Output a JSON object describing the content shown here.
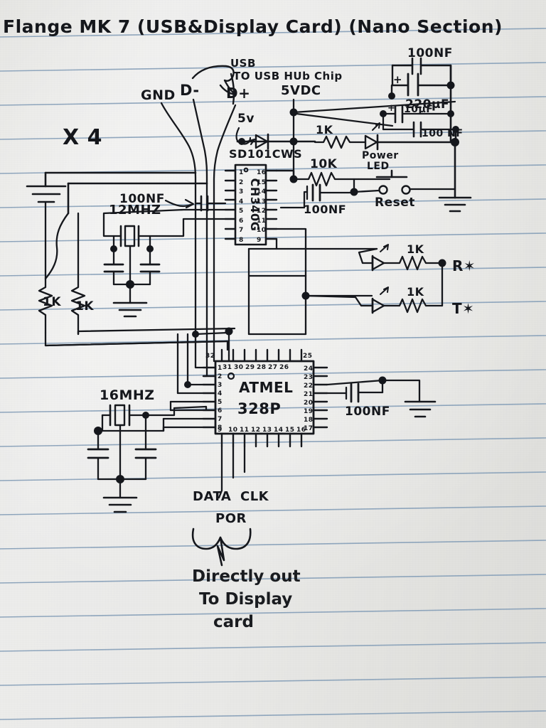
{
  "document": {
    "medium": "hand-drawn pencil/pen schematic on blue-ruled notebook paper",
    "title": "Flange MK 7 (USB&Display Card) (Nano Section)",
    "paper_color": "#e9e8e5",
    "rule_color": "#8fa6bd",
    "ink_color": "#15171c"
  },
  "labels": {
    "title": "Flange MK 7 (USB&Display Card) (Nano Section)",
    "usb_callout_line1": "USB",
    "usb_callout_line2": "TO USB HUb Chip",
    "gnd": "GND",
    "d_minus": "D-",
    "d_plus": "D+",
    "vdc_5": "5VDC",
    "v_5": "5v",
    "multiplier": "X 4",
    "diode_schottky": "SD101CWS",
    "res_1k_top": "1K",
    "res_10k": "10K",
    "power_led_l1": "Power",
    "power_led_l2": "LED",
    "cap_100nf_top": "100NF",
    "cap_220uf": "220µF",
    "cap_10uf": "10µF",
    "cap_100nf_bulk": "100 NF",
    "cap_100nf_xtal": "100NF",
    "xtal_12mhz": "12MHZ",
    "res_1k_a": "1K",
    "res_1k_b": "1K",
    "cap_100nf_ch340": "100NF",
    "reset": "Reset",
    "rx": "R✶",
    "tx": "T✶",
    "res_1k_rx": "1K",
    "res_1k_tx": "1K",
    "xtal_16mhz": "16MHZ",
    "cap_100nf_atmel": "100NF",
    "data": "DATA",
    "clk": "CLK",
    "por": "POR",
    "out_l1": "Directly out",
    "out_l2": "To Display",
    "out_l3": "card"
  },
  "components": {
    "ch340g": {
      "name": "CH340G",
      "body_text": "CH340G",
      "pins_left": [
        "1",
        "2",
        "3",
        "4",
        "5",
        "6",
        "7",
        "8"
      ],
      "pins_right": [
        "16",
        "15",
        "14",
        "13",
        "12",
        "11",
        "10",
        "9"
      ]
    },
    "atmel": {
      "name": "ATMEL 328P",
      "body_line1": "ATMEL",
      "body_line2": "328P",
      "pins_top": [
        "32",
        "31",
        "30",
        "29",
        "28",
        "27",
        "26",
        "25"
      ],
      "pins_right": [
        "24",
        "23",
        "22",
        "21",
        "20",
        "19",
        "18",
        "17"
      ],
      "pins_bottom": [
        "9",
        "10",
        "11",
        "12",
        "13",
        "14",
        "15",
        "16"
      ],
      "pins_left": [
        "1",
        "2",
        "3",
        "4",
        "5",
        "6",
        "7",
        "8"
      ],
      "corner_marker": "pin-1-dot"
    }
  },
  "netlist_notes": {
    "usb_signals": [
      "GND",
      "D-",
      "D+",
      "5VDC"
    ],
    "serial_indicators": [
      "RX",
      "TX"
    ],
    "display_bus": [
      "DATA",
      "CLK",
      "POR"
    ],
    "crystals": [
      "12MHZ",
      "16MHZ"
    ],
    "resistor_values": [
      "1K",
      "1K",
      "1K",
      "1K",
      "1K",
      "10K"
    ],
    "capacitor_values": [
      "100NF",
      "220µF",
      "10µF",
      "100 NF",
      "100NF",
      "100NF"
    ],
    "diodes": [
      "SD101CWS",
      "Power LED",
      "RX LED",
      "TX LED"
    ],
    "switches": [
      "Reset"
    ]
  }
}
